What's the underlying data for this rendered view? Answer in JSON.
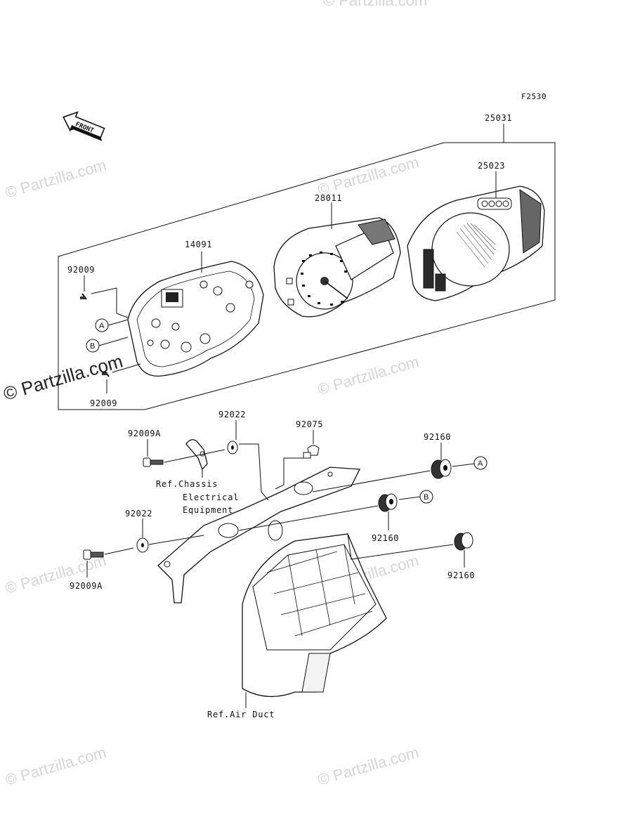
{
  "figure_code": "F2530",
  "front_label": "FRONT",
  "watermark": "© Partzilla.com",
  "callouts": {
    "p25031": "25031",
    "p25023": "25023",
    "p28011": "28011",
    "p14091": "14091",
    "p92009_top": "92009",
    "p92009_bottom": "92009",
    "p92022_top": "92022",
    "p92075": "92075",
    "p92160_a": "92160",
    "p92009A_top": "92009A",
    "p92022_mid": "92022",
    "p92160_b": "92160",
    "p92009A_bottom": "92009A",
    "p92160_c": "92160"
  },
  "refs": {
    "chassis_line1": "Ref.Chassis",
    "chassis_line2": "Electrical",
    "chassis_line3": "Equipment",
    "air_duct": "Ref.Air Duct"
  },
  "markers": {
    "a_left": "A",
    "b_left": "B",
    "a_right": "A",
    "b_right": "B"
  }
}
